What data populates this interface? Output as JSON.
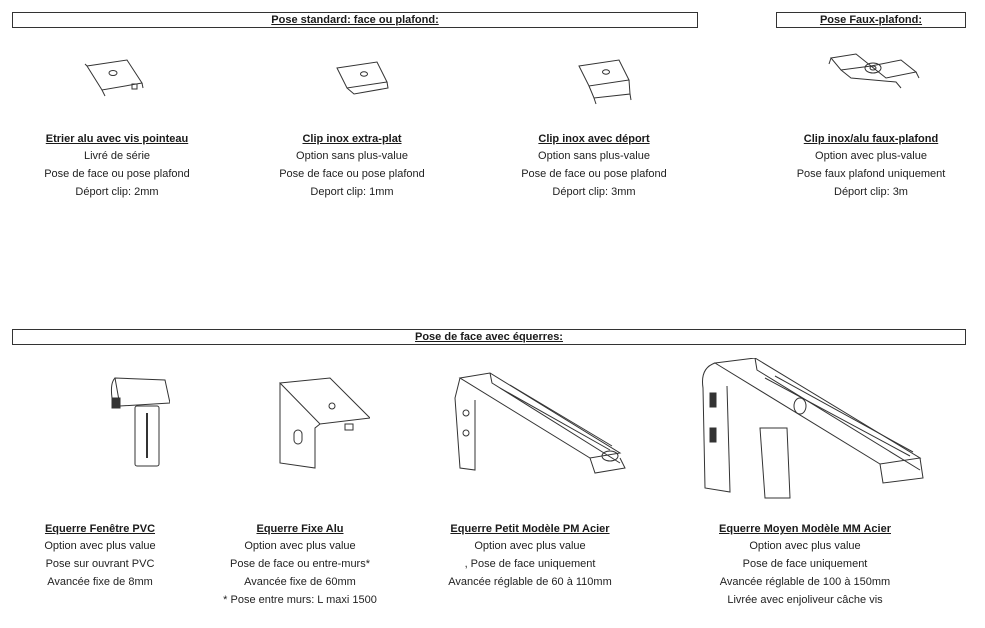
{
  "sections": {
    "standard": "Pose standard: face ou plafond:",
    "faux_plafond": "Pose Faux-plafond:",
    "equerres": "Pose de face avec équerres:"
  },
  "top_items": [
    {
      "title": "Etrier alu avec vis pointeau",
      "lines": [
        "Livré de série",
        "Pose de face ou pose plafond",
        "Déport clip: 2mm"
      ],
      "icon": "etrier-bracket-icon"
    },
    {
      "title": "Clip inox extra-plat",
      "lines": [
        "Option sans plus-value",
        "Pose de face ou pose plafond",
        "Deport clip: 1mm"
      ],
      "icon": "flat-clip-icon"
    },
    {
      "title": "Clip inox avec déport",
      "lines": [
        "Option sans plus-value",
        "Pose de face ou pose plafond",
        "Déport clip: 3mm"
      ],
      "icon": "offset-clip-icon"
    },
    {
      "title": "Clip inox/alu faux-plafond",
      "lines": [
        "Option avec plus-value",
        "Pose faux plafond uniquement",
        "Déport clip: 3m"
      ],
      "icon": "ceiling-clip-icon"
    }
  ],
  "bottom_items": [
    {
      "title": "Equerre Fenêtre PVC",
      "lines": [
        "Option avec plus value",
        "Pose sur ouvrant PVC",
        "Avancée fixe de 8mm"
      ],
      "icon": "pvc-bracket-icon"
    },
    {
      "title": "Equerre Fixe Alu",
      "lines": [
        "Option avec plus value",
        "Pose de face ou entre-murs*",
        "Avancée fixe de 60mm",
        "* Pose entre murs: L maxi 1500"
      ],
      "icon": "alu-bracket-icon"
    },
    {
      "title": "Equerre Petit Modèle PM Acier",
      "lines": [
        "Option avec plus value",
        ", Pose de face uniquement",
        "Avancée réglable de 60 à 110mm"
      ],
      "icon": "small-steel-bracket-icon"
    },
    {
      "title": "Equerre Moyen Modèle MM Acier",
      "lines": [
        "Option avec plus value",
        "Pose de face uniquement",
        "Avancée réglable de 100 à 150mm",
        "Livrée avec enjoliveur câche vis"
      ],
      "icon": "medium-steel-bracket-icon"
    }
  ]
}
